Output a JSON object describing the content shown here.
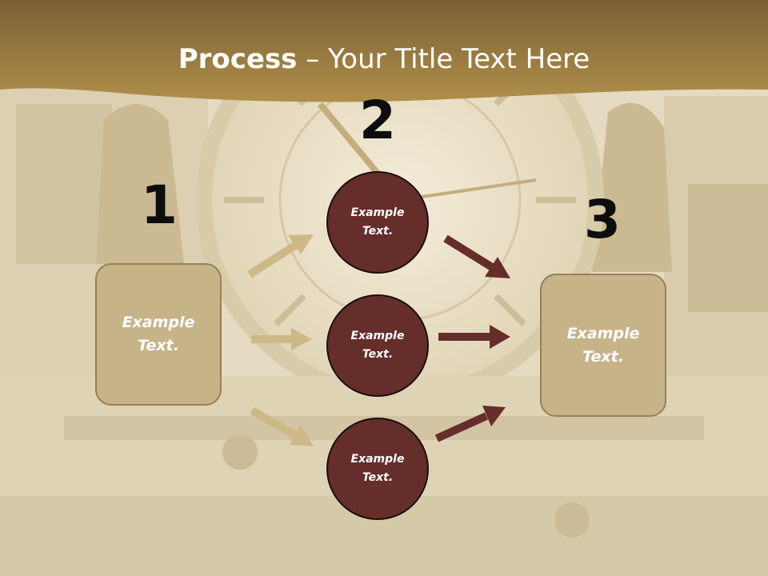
{
  "title": {
    "bold": "Process",
    "rest": " – Your Title Text Here"
  },
  "steps": {
    "one": "1",
    "two": "2",
    "three": "3"
  },
  "left_box": {
    "line1": "Example",
    "line2": "Text."
  },
  "right_box": {
    "line1": "Example",
    "line2": "Text."
  },
  "circles": [
    {
      "line1": "Example",
      "line2": "Text."
    },
    {
      "line1": "Example",
      "line2": "Text."
    },
    {
      "line1": "Example",
      "line2": "Text."
    }
  ],
  "colors": {
    "header_gold": "#9a7a3a",
    "box_fill": "#c7b388",
    "circle_fill": "#652e2b",
    "arrow_gold": "#cdb987",
    "arrow_maroon": "#652e2b"
  }
}
